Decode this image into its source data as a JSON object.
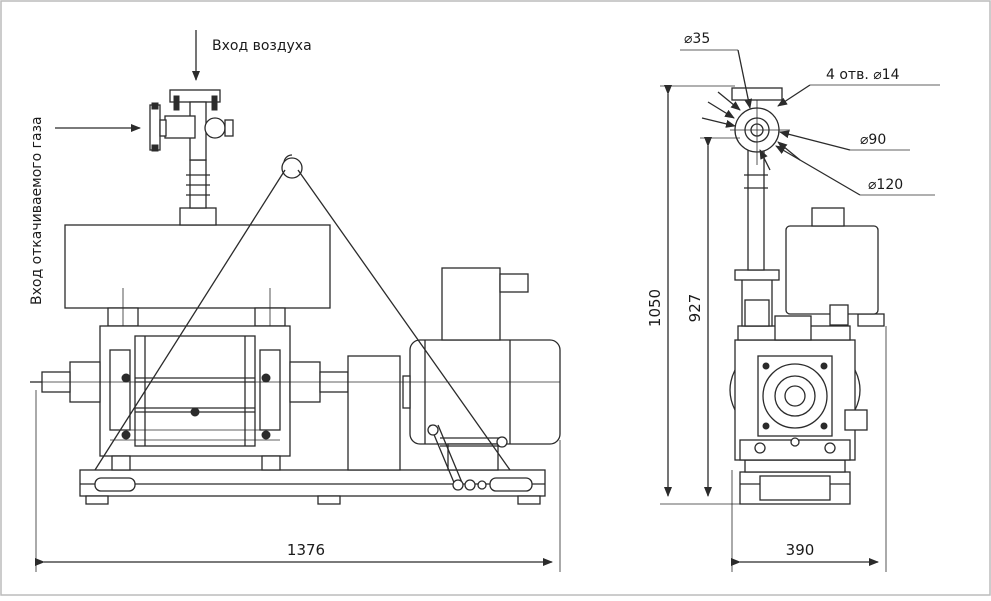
{
  "labels": {
    "air_inlet": "Вход воздуха",
    "gas_inlet": "Вход откачиваемого газа",
    "dim_length": "1376",
    "dim_width": "390",
    "dim_height_total": "1050",
    "dim_height_axis": "927",
    "dim_d35": "⌀35",
    "dim_holes": "4 отв. ⌀14",
    "dim_d90": "⌀90",
    "dim_d120": "⌀120"
  },
  "colors": {
    "line": "#2b2b2b",
    "background": "#ffffff",
    "border": "#bcbcbc"
  }
}
